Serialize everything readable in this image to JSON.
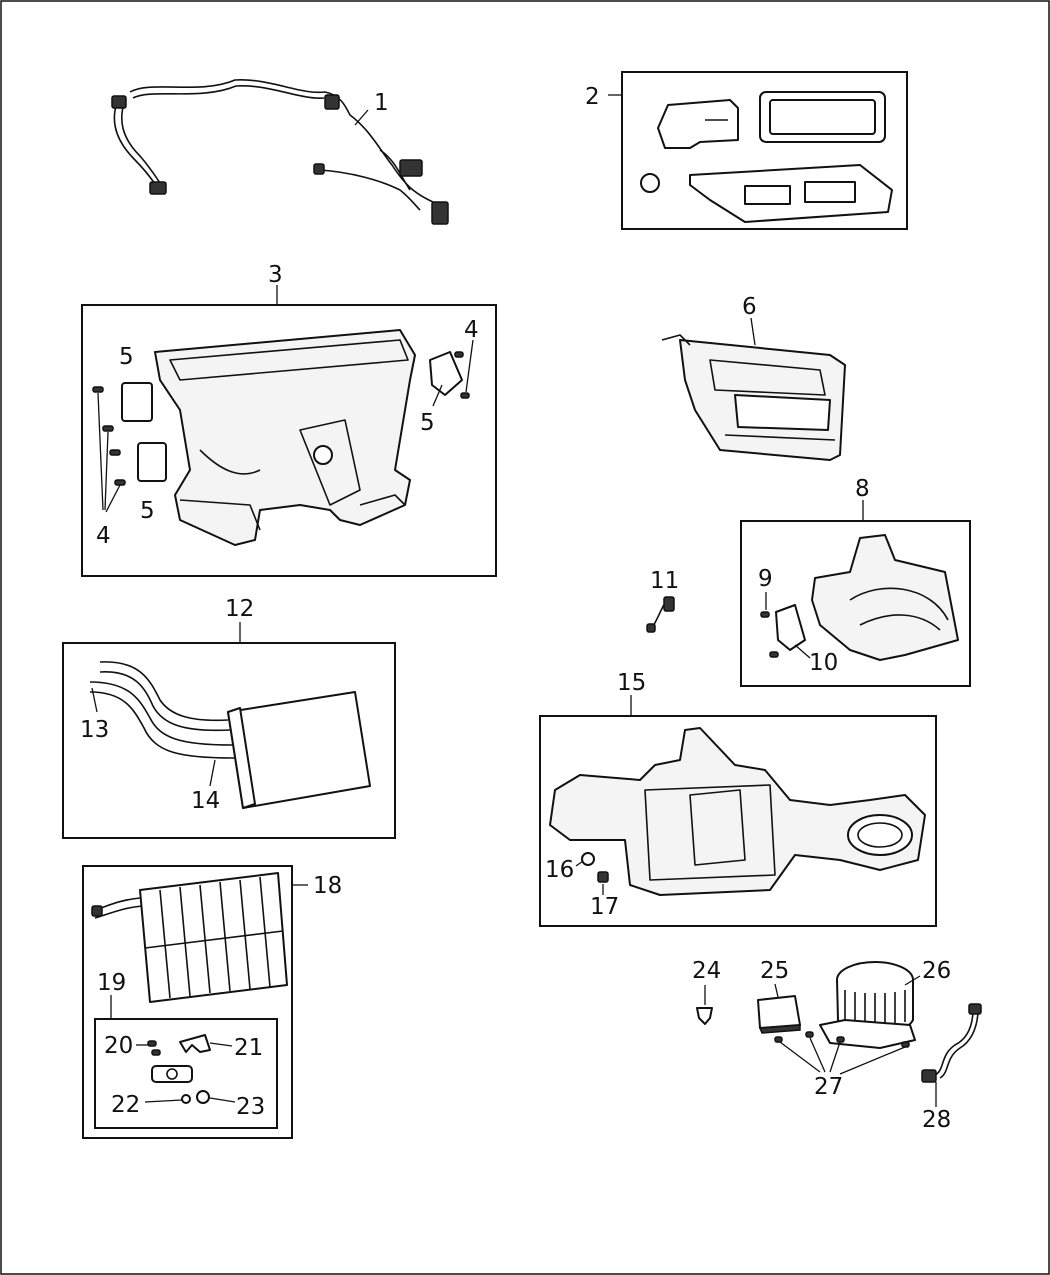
{
  "diagram": {
    "callouts": [
      "1",
      "2",
      "3",
      "4",
      "4",
      "5",
      "5",
      "5",
      "6",
      "8",
      "9",
      "10",
      "11",
      "12",
      "13",
      "14",
      "15",
      "16",
      "17",
      "18",
      "19",
      "20",
      "21",
      "22",
      "23",
      "24",
      "25",
      "26",
      "27",
      "28"
    ]
  }
}
